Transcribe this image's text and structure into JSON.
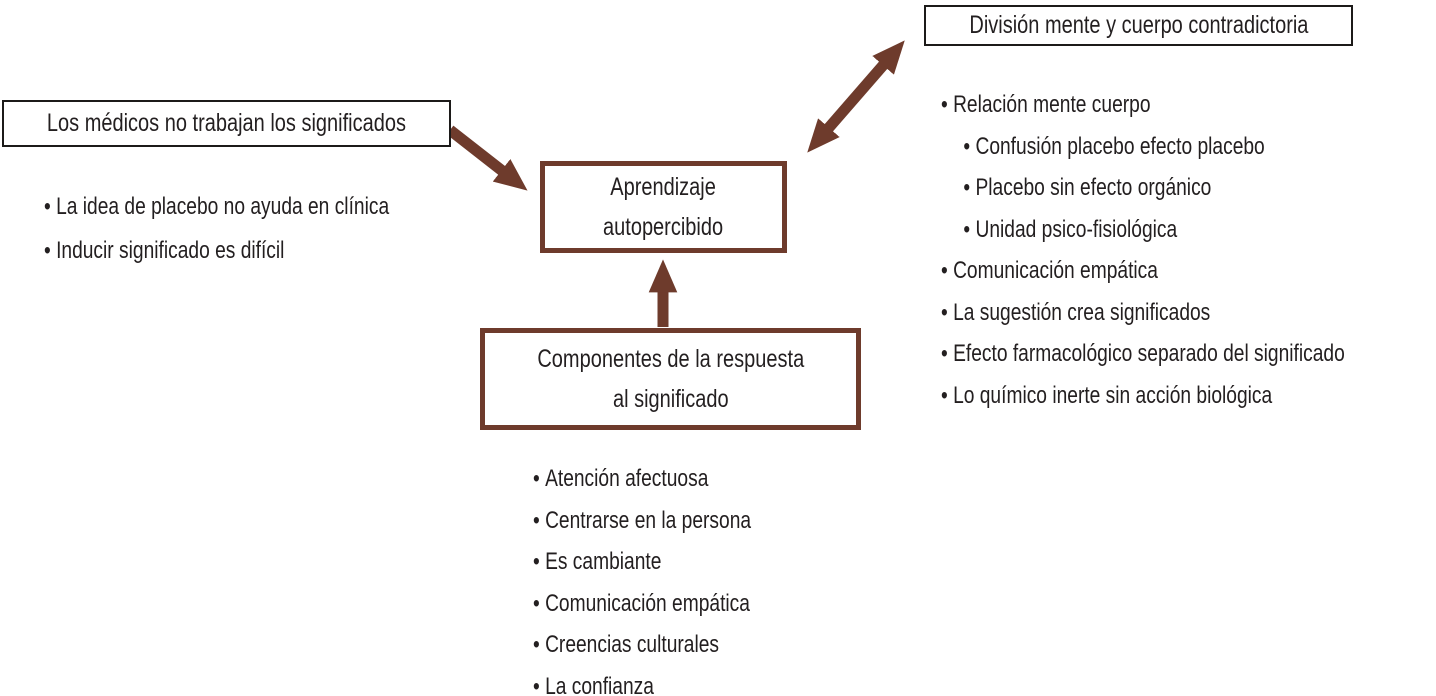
{
  "colors": {
    "accent": "#6e3b2c",
    "box_border": "#1c1a19",
    "text": "#231f20",
    "background": "#ffffff"
  },
  "boxes": {
    "medicos": {
      "label": "Los médicos no trabajan los significados"
    },
    "division": {
      "label": "División mente y cuerpo contradictoria"
    },
    "aprendizaje": {
      "lines": [
        "Aprendizaje",
        "autopercibido"
      ]
    },
    "componentes": {
      "lines": [
        "Componentes de la respuesta",
        "al significado"
      ]
    }
  },
  "left_list": {
    "items": [
      "La idea de placebo no ayuda en clínica",
      "Inducir significado es difícil"
    ]
  },
  "right_list": {
    "items": [
      {
        "text": "Relación mente cuerpo",
        "level": 1
      },
      {
        "text": "Confusión placebo efecto placebo",
        "level": 2
      },
      {
        "text": "Placebo sin efecto orgánico",
        "level": 2
      },
      {
        "text": "Unidad psico-fisiológica",
        "level": 2
      },
      {
        "text": "Comunicación empática",
        "level": 1
      },
      {
        "text": "La sugestión crea significados",
        "level": 1
      },
      {
        "text": "Efecto farmacológico separado del significado",
        "level": 1
      },
      {
        "text": "Lo químico inerte  sin acción biológica",
        "level": 1
      }
    ]
  },
  "bottom_list": {
    "items": [
      "Atención afectuosa",
      "Centrarse en la persona",
      "Es cambiante",
      "Comunicación empática",
      "Creencias culturales",
      "La confianza"
    ]
  }
}
